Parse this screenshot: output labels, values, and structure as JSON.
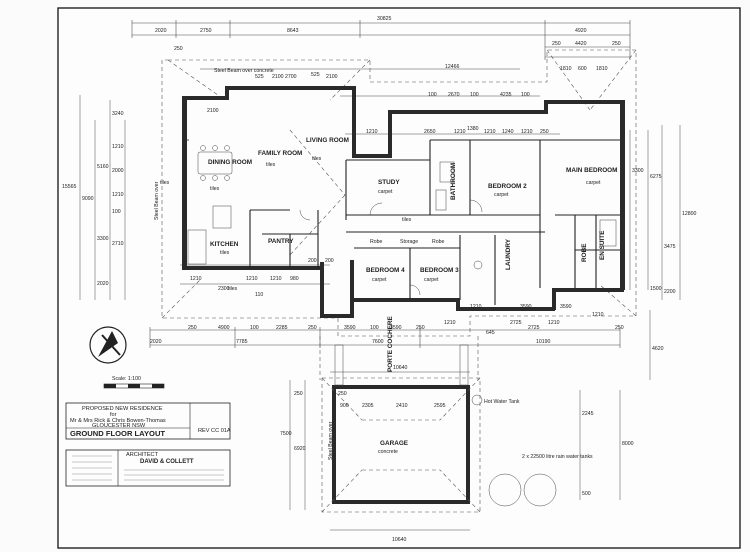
{
  "dimensions": {
    "top_overall": "30825",
    "top_segments": [
      "2020",
      "2750",
      "8643",
      "12466",
      "4920"
    ],
    "top_sub": [
      "250",
      "4420",
      "250",
      "1810",
      "600",
      "1810"
    ],
    "beam_top": [
      "525",
      "2100",
      "2700",
      "525",
      "2100",
      "250"
    ],
    "upper_row": [
      "100",
      "2670",
      "100",
      "4235",
      "100",
      "2100",
      "1210",
      "2650",
      "1210",
      "1380",
      "1210",
      "1240",
      "1210",
      "250"
    ],
    "left_side": [
      "15565",
      "9090",
      "3240",
      "5160",
      "3300",
      "2710",
      "2020",
      "1210",
      "2000",
      "1210",
      "100"
    ],
    "right_side": [
      "3300",
      "6275",
      "12800",
      "3475",
      "2200",
      "1500",
      "4620"
    ],
    "lower_row": [
      "1210",
      "1210",
      "1210",
      "200",
      "2300",
      "110",
      "980",
      "200",
      "1210",
      "1210",
      "645",
      "2725",
      "1210",
      "3590",
      "3590",
      "1210"
    ],
    "bottom_row": [
      "250",
      "4900",
      "100",
      "2285",
      "250",
      "3590",
      "100",
      "3590",
      "250",
      "2725",
      "250"
    ],
    "bottom_totals": [
      "2020",
      "7785",
      "7600",
      "10190"
    ],
    "garage_top": [
      "10640",
      "250",
      "900",
      "2305",
      "2410",
      "2595"
    ],
    "garage_bottom": "10640",
    "garage_side": [
      "7500",
      "6920",
      "250",
      "8000",
      "2245",
      "500"
    ]
  },
  "beam_notes": [
    "Steel Beam over concrete",
    "Steel Beam over",
    "Steel Beam over"
  ],
  "rooms": [
    {
      "name": "DINING ROOM",
      "floor": "tiles"
    },
    {
      "name": "FAMILY ROOM",
      "floor": "tiles"
    },
    {
      "name": "LIVING ROOM",
      "floor": "tiles"
    },
    {
      "name": "KITCHEN",
      "floor": "tiles"
    },
    {
      "name": "PANTRY",
      "floor": ""
    },
    {
      "name": "STUDY",
      "floor": "carpet"
    },
    {
      "name": "BEDROOM 2",
      "floor": "carpet"
    },
    {
      "name": "MAIN BEDROOM",
      "floor": "carpet"
    },
    {
      "name": "EN SUITE",
      "floor": ""
    },
    {
      "name": "ROBE",
      "floor": ""
    },
    {
      "name": "BATHROOM",
      "floor": ""
    },
    {
      "name": "BEDROOM 4",
      "floor": "carpet"
    },
    {
      "name": "BEDROOM 3",
      "floor": "carpet"
    },
    {
      "name": "LAUNDRY",
      "floor": ""
    },
    {
      "name": "Robe",
      "floor": ""
    },
    {
      "name": "Storage",
      "floor": ""
    },
    {
      "name": "Robe",
      "floor": ""
    },
    {
      "name": "GARAGE",
      "floor": "concrete"
    },
    {
      "name": "PORTE COCHERE",
      "floor": ""
    }
  ],
  "misc_labels": {
    "tiles": "tiles",
    "hot_water": "Hot Water Tank",
    "rain_tanks": "2 x 22500 litre rain water tanks",
    "scale": "Scale: 1:100"
  },
  "title_block": {
    "line1": "PROPOSED NEW RESIDENCE",
    "line2": "for",
    "line3": "Mr & Mrs Rick & Chris Bowen-Thomas",
    "line4": "GLOUCESTER NSW",
    "title": "GROUND FLOOR LAYOUT",
    "rev": "REV CC 01A",
    "architect_head": "ARCHITECT",
    "architect": "DAVID & COLLETT"
  }
}
